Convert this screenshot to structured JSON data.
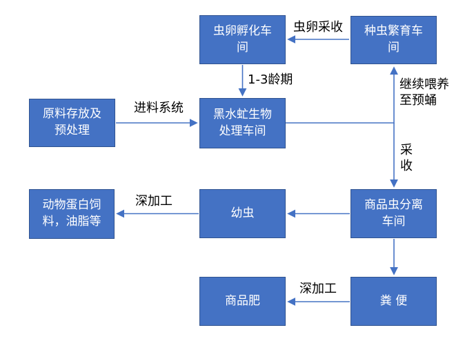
{
  "diagram": {
    "background": "#ffffff",
    "colors": {
      "node_fill": "#4472c4",
      "node_border": "#2f528f",
      "node_text": "#ffffff",
      "arrow": "#4472c4",
      "label_text": "#000000"
    }
  },
  "nodes": [
    {
      "id": "egg-hatching-workshop",
      "label": "虫卵孵化车\n间"
    },
    {
      "id": "breeding-workshop",
      "label": "种虫繁育车\n间"
    },
    {
      "id": "raw-material-storage",
      "label": "原料存放及\n预处理"
    },
    {
      "id": "bio-processing-workshop",
      "label": "黑水虻生物\n处理车间"
    },
    {
      "id": "animal-protein-feed",
      "label": "动物蛋白饲\n料，油脂等"
    },
    {
      "id": "larvae",
      "label": "幼虫"
    },
    {
      "id": "separation-workshop",
      "label": "商品虫分离\n车间"
    },
    {
      "id": "commercial-fertilizer",
      "label": "商品肥"
    },
    {
      "id": "manure",
      "label": "粪 便"
    }
  ],
  "edges": [
    {
      "from": "breeding-workshop",
      "to": "egg-hatching-workshop",
      "label": "虫卵采收"
    },
    {
      "from": "egg-hatching-workshop",
      "to": "bio-processing-workshop",
      "label": "1-3龄期"
    },
    {
      "from": "raw-material-storage",
      "to": "bio-processing-workshop",
      "label": "进料系统"
    },
    {
      "from": "bio-processing-workshop",
      "to": "breeding-workshop",
      "label": "继续喂养\n至预蛹"
    },
    {
      "from": "bio-processing-workshop",
      "to": "separation-workshop",
      "label": "采\n收"
    },
    {
      "from": "separation-workshop",
      "to": "larvae",
      "label": ""
    },
    {
      "from": "larvae",
      "to": "animal-protein-feed",
      "label": "深加工"
    },
    {
      "from": "separation-workshop",
      "to": "manure",
      "label": ""
    },
    {
      "from": "manure",
      "to": "commercial-fertilizer",
      "label": "深加工"
    }
  ]
}
